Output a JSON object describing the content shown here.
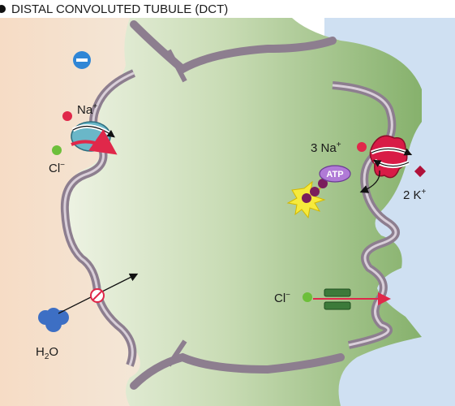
{
  "title": "DISTAL CONVOLUTED TUBULE (DCT)",
  "lumen_charge_symbol": "−",
  "labels": {
    "na": "Na",
    "na_sup": "+",
    "cl": "Cl",
    "cl_sup": "−",
    "pump_na": "3 Na",
    "pump_na_sup": "+",
    "atp": "ATP",
    "pump_k": "2 K",
    "pump_k_sup": "+",
    "cl_channel": "Cl",
    "cl_channel_sup": "−",
    "h2o_h": "H",
    "h2o_sub": "2",
    "h2o_o": "O"
  },
  "colors": {
    "lumen": "#f7dcc4",
    "interstitium": "#cfe0f2",
    "cell_apical": "#e8f0dc",
    "cell_basal": "#8fb777",
    "membrane": "#8d7e8f",
    "sodium": "#e0284a",
    "chloride": "#6dbf3a",
    "potassium": "#b0113a",
    "pump": "#d81b46",
    "atp_badge": "#b07ad6",
    "channel": "#3c7a3a",
    "water": "#3d6fc4"
  },
  "icons": [
    "negative-charge-icon",
    "nkcc-cotransporter-icon",
    "na-k-atpase-pump-icon",
    "chloride-channel-icon",
    "water-molecule-icon",
    "blocked-symbol-icon"
  ]
}
